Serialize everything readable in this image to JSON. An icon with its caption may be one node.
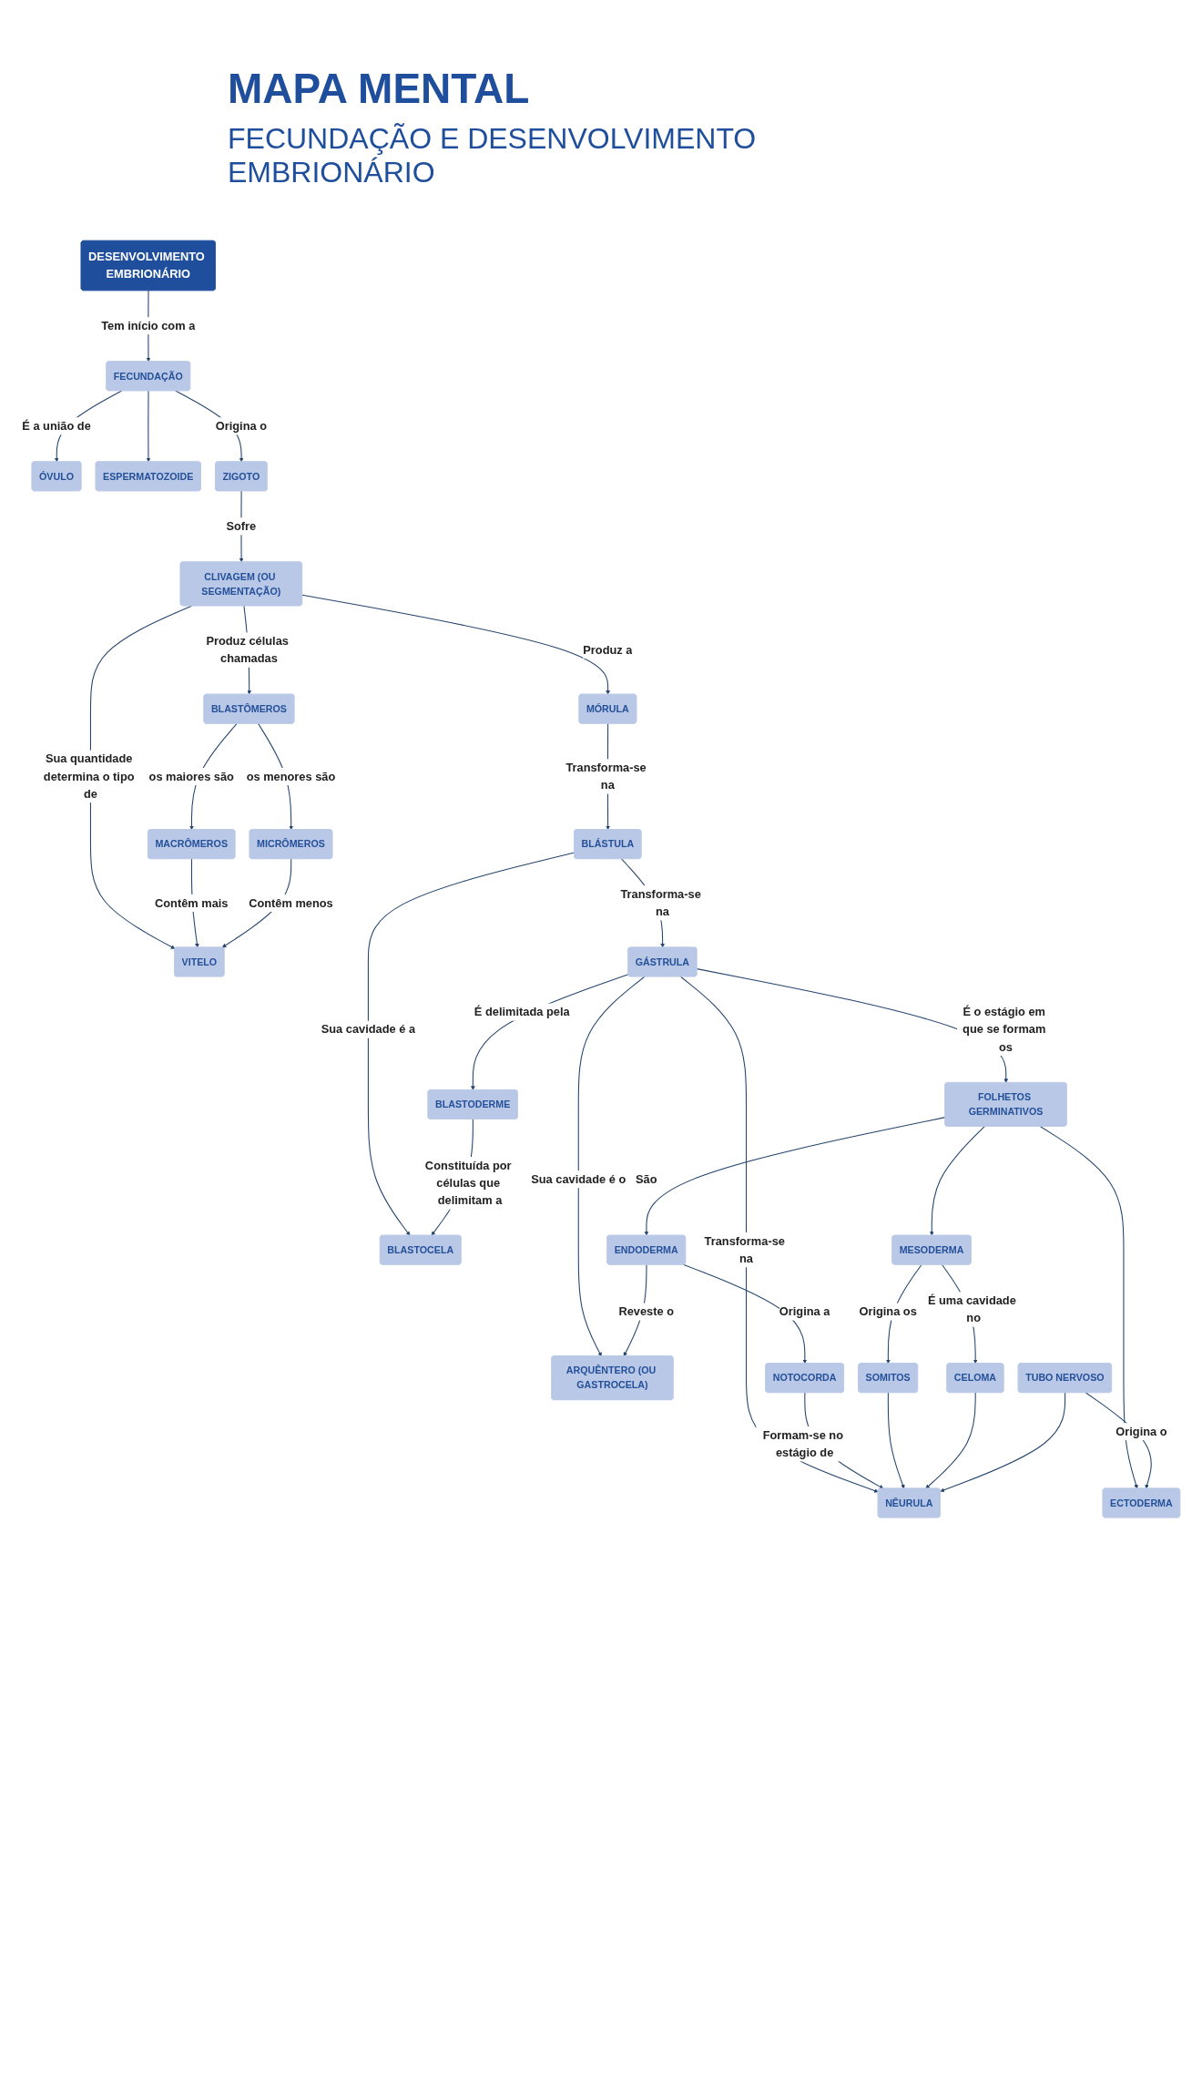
{
  "diagram": {
    "title": "MAPA MENTAL",
    "nodes": [
      {
        "text": [
          "DESENVOLVIMENTO EMBRIONÁRIO"
        ]
      },
      {
        "text": [
          "FECUNDAÇÃO"
        ]
      },
      {
        "text": [
          "ÓVULO"
        ]
      },
      {
        "text": [
          "ESPERMATOZOIDE"
        ]
      },
      {
        "text": [
          "ZIGOTO"
        ]
      },
      {
        "text": [
          "BLASTÔMEROS"
        ]
      },
      {
        "text": [
          "CLIVAGEM (OU SEGMENTAÇÃO)"
        ]
      },
      {
        "text": [
          "MACRÔMEROS"
        ]
      },
      {
        "text": [
          "MICRÔMEROS"
        ]
      },
      {
        "text": [
          "MÓRULA"
        ]
      },
      {
        "text": [
          "VITELO"
        ]
      },
      {
        "text": [
          "BLASTOCELA"
        ]
      },
      {
        "text": [
          "BLÁSTULA"
        ]
      },
      {
        "text": [
          "BLASTODERME"
        ]
      },
      {
        "text": [
          "GÁSTRULA"
        ]
      },
      {
        "text": [
          "ARQUÊNTERO (OU GASTROCELA)"
        ]
      },
      {
        "text": [
          "FOLHETOS GERMINATIVOS"
        ]
      },
      {
        "text": [
          "NÊURULA"
        ]
      },
      {
        "text": [
          "ENDODERMA"
        ]
      },
      {
        "text": [
          "NOTOCORDA"
        ]
      },
      {
        "text": [
          "SOMITOS"
        ]
      },
      {
        "text": [
          "MESODERMA"
        ]
      },
      {
        "text": [
          "CELOMA"
        ]
      },
      {
        "text": [
          "TUBO NERVOSO"
        ]
      },
      {
        "text": [
          "ECTODERMA"
        ]
      }
    ],
    "edges": [
      {
        "from": 0,
        "to": 1,
        "arrow": "to",
        "label": "Tem início com a"
      },
      {
        "from": 1,
        "to": 2,
        "arrow": "to",
        "label": "É a união de"
      },
      {
        "from": 1,
        "to": 3,
        "arrow": "to"
      },
      {
        "from": 1,
        "to": 4,
        "arrow": "to",
        "label": "Origina o"
      },
      {
        "from": 4,
        "to": 6,
        "arrow": "to",
        "label": "Sofre"
      },
      {
        "from": 6,
        "to": 5,
        "arrow": "to",
        "label": "Produz células chamadas"
      },
      {
        "from": 5,
        "to": 7,
        "arrow": "to",
        "label": "os maiores são"
      },
      {
        "from": 5,
        "to": 8,
        "arrow": "to",
        "label": "os menores são"
      },
      {
        "from": 6,
        "to": 9,
        "arrow": "to",
        "label": "Produz a"
      },
      {
        "from": 6,
        "to": 10,
        "arrow": "to",
        "label": "Sua quantidade determina o tipo de"
      },
      {
        "from": 7,
        "to": 10,
        "arrow": "to",
        "label": "Contêm mais"
      },
      {
        "from": 8,
        "to": 10,
        "arrow": "to",
        "label": "Contêm menos"
      },
      {
        "from": 9,
        "to": 12,
        "arrow": "to",
        "label": "Transforma-se na"
      },
      {
        "from": 12,
        "to": 11,
        "arrow": "to",
        "label": "Sua cavidade é a"
      },
      {
        "from": 12,
        "to": 14,
        "arrow": "to",
        "label": "Transforma-se na"
      },
      {
        "from": 13,
        "to": 11,
        "arrow": "to",
        "label": "Constituída por células que delimitam a"
      },
      {
        "from": 14,
        "to": 13,
        "arrow": "to",
        "label": "É delimitada pela"
      },
      {
        "from": 14,
        "to": 15,
        "arrow": "to",
        "label": "Sua cavidade é o"
      },
      {
        "from": 14,
        "to": 16,
        "arrow": "to",
        "label": "É o estágio em que se formam os"
      },
      {
        "from": 14,
        "to": 17,
        "arrow": "to",
        "label": "Transforma-se na"
      },
      {
        "from": 16,
        "to": 18,
        "arrow": "to",
        "label": "São"
      },
      {
        "from": 16,
        "to": 21,
        "arrow": "to"
      },
      {
        "from": 16,
        "to": 24,
        "arrow": "to"
      },
      {
        "from": 18,
        "to": 15,
        "arrow": "to",
        "label": "Reveste o"
      },
      {
        "from": 18,
        "to": 19,
        "arrow": "to",
        "label": "Origina a"
      },
      {
        "from": 21,
        "to": 20,
        "arrow": "to",
        "label": "Origina os"
      },
      {
        "from": 21,
        "to": 22,
        "arrow": "to",
        "label": "É uma cavidade no"
      },
      {
        "from": 23,
        "to": 24,
        "arrow": "to",
        "label": "Origina o"
      },
      {
        "from": 19,
        "to": 17,
        "arrow": "to",
        "label": "Formam-se no estágio de"
      },
      {
        "from": 20,
        "to": 17,
        "arrow": "to"
      },
      {
        "from": 22,
        "to": 17,
        "arrow": "to"
      },
      {
        "from": 23,
        "to": 17,
        "arrow": "to"
      }
    ],
    "labels": [
      "FECUNDAÇÃO E DESENVOLVIMENTO EMBRIONÁRIO"
    ]
  }
}
